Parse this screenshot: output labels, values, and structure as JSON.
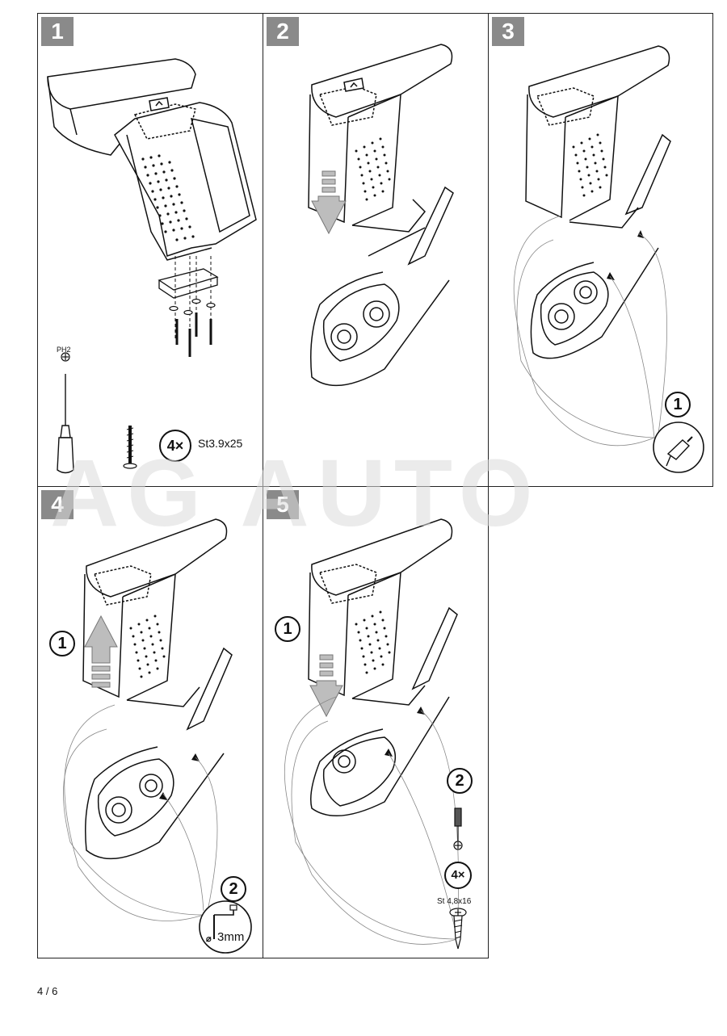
{
  "watermark": "AG AUTO",
  "panels": [
    {
      "step": "1",
      "tool_label": "PH2",
      "qty": "4×",
      "screw_spec": "St3.9x25"
    },
    {
      "step": "2"
    },
    {
      "step": "3",
      "sub_step": "1"
    },
    {
      "step": "4",
      "sub_step_a": "1",
      "sub_step_b": "2",
      "drill_size": "3mm",
      "diameter_symbol": "⌀"
    },
    {
      "step": "5",
      "sub_step_a": "1",
      "sub_step_b": "2",
      "qty": "4×",
      "screw_spec": "St 4,8x16"
    }
  ],
  "footer": {
    "page_number": "4 / 6"
  },
  "icons": [
    "screwdriver-icon",
    "screw-icon",
    "arrow-down-icon",
    "arrow-up-icon",
    "drill-icon",
    "phillips-head-icon"
  ]
}
